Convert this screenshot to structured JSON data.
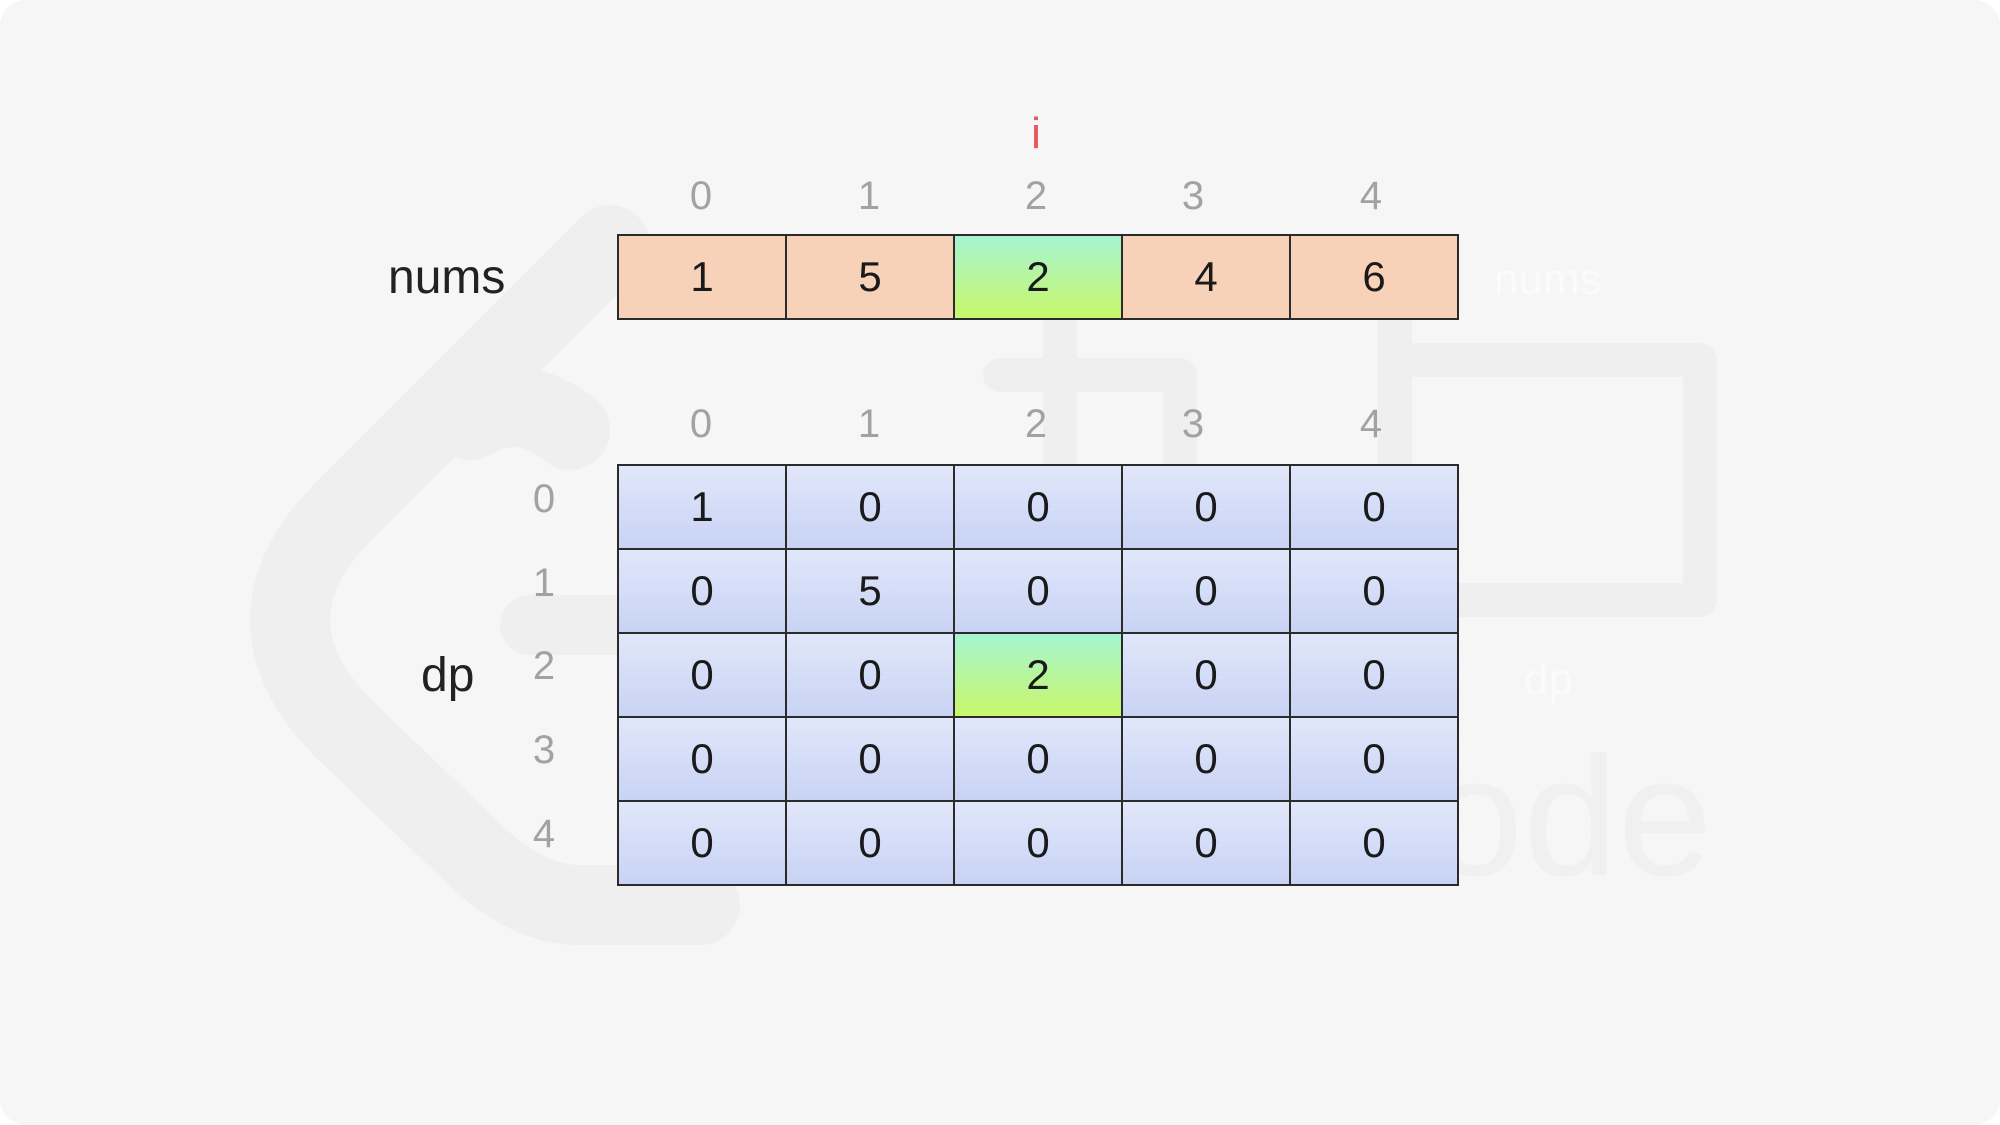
{
  "pointer": {
    "label": "i",
    "index": 2
  },
  "nums": {
    "label": "nums",
    "ghost_label": "nums",
    "indices": [
      "0",
      "1",
      "2",
      "3",
      "4"
    ],
    "values": [
      "1",
      "5",
      "2",
      "4",
      "6"
    ]
  },
  "dp": {
    "label": "dp",
    "ghost_label": "dp",
    "col_indices": [
      "0",
      "1",
      "2",
      "3",
      "4"
    ],
    "row_indices": [
      "0",
      "1",
      "2",
      "3",
      "4"
    ],
    "rows": [
      [
        "1",
        "0",
        "0",
        "0",
        "0"
      ],
      [
        "0",
        "5",
        "0",
        "0",
        "0"
      ],
      [
        "0",
        "0",
        "2",
        "0",
        "0"
      ],
      [
        "0",
        "0",
        "0",
        "0",
        "0"
      ],
      [
        "0",
        "0",
        "0",
        "0",
        "0"
      ]
    ],
    "highlight": {
      "row": 2,
      "col": 2
    }
  },
  "colors": {
    "background": "#f6f6f6",
    "nums_cell": "#f8d2b8",
    "dp_cell": "#d3dcf6",
    "highlight_top": "#a6f4d2",
    "highlight_bottom": "#c8f76a",
    "pointer": "#e8585a",
    "index_text": "#a2a2a2"
  },
  "watermark": {
    "icon": "leetcode-logo-icon",
    "text": "LeetCode"
  }
}
